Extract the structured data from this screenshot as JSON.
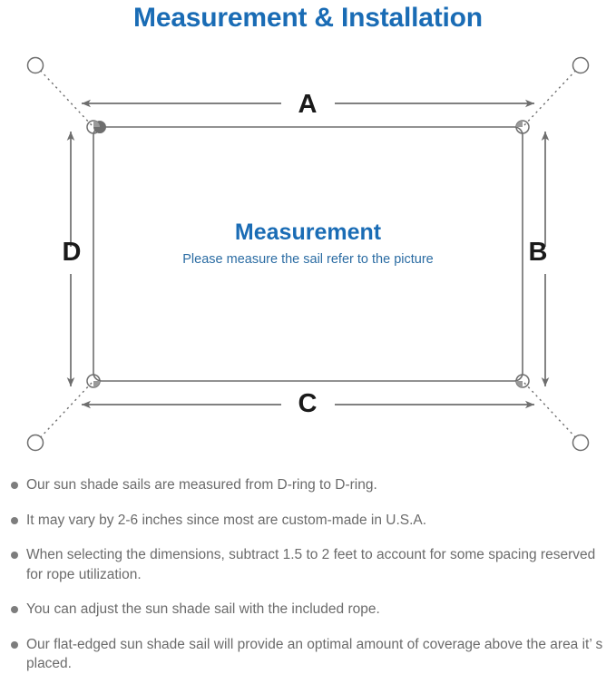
{
  "header": {
    "title": "Measurement & Installation",
    "title_color": "#1a6cb5"
  },
  "diagram": {
    "name": "sun-shade-sail-measurement-diagram",
    "center_title": "Measurement",
    "center_subtitle": "Please measure the sail refer to the picture",
    "center_title_color": "#1a6cb5",
    "center_subtitle_color": "#2b6ca3",
    "line_color": "#6e6e6e",
    "dimension_labels": {
      "top": "A",
      "right": "B",
      "bottom": "C",
      "left": "D"
    },
    "anchor_count": 4,
    "d_ring_count": 4
  },
  "notes": {
    "bullet_color": "#7d7d7d",
    "text_color": "#6b6b6b",
    "items": [
      "Our sun shade sails are measured from D-ring to D-ring.",
      "It may vary by 2-6 inches since most are custom-made in U.S.A.",
      "When selecting the dimensions, subtract 1.5 to 2 feet to account for some spacing reserved for rope utilization.",
      "You can adjust the sun shade sail with the included rope.",
      "Our flat-edged sun shade sail will provide an optimal amount of coverage above the area it’ s placed."
    ]
  }
}
